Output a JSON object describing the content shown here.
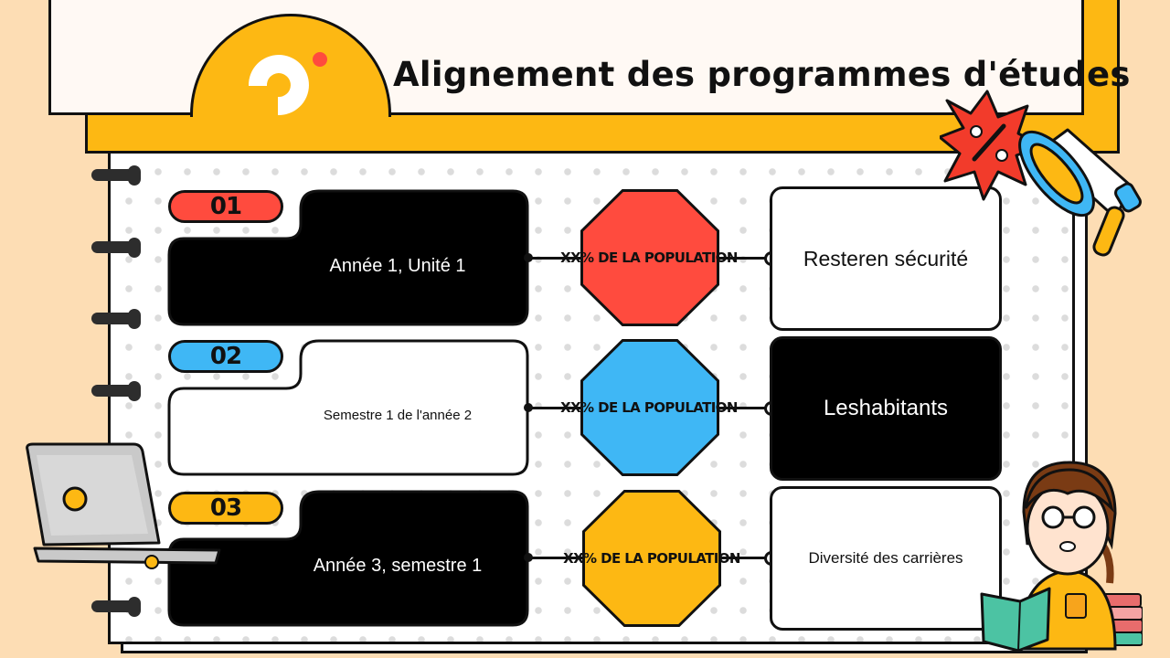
{
  "title": "Alignement des programmes d'études",
  "colors": {
    "background": "#FDDDB4",
    "yellow": "#FDB813",
    "red": "#FF4B3E",
    "blue": "#3FB7F5",
    "black": "#000000"
  },
  "rows": [
    {
      "number": "01",
      "stage": "Année 1, Unité 1",
      "population": "XX% DE LA POPULATION",
      "outcome": "Resteren sécurité",
      "accent": "#FF4B3E",
      "folder_style": "dark",
      "outcome_style": "light"
    },
    {
      "number": "02",
      "stage": "Semestre 1 de l'année 2",
      "population": "XX% DE LA POPULATION",
      "outcome": "Leshabitants",
      "accent": "#3FB7F5",
      "folder_style": "light",
      "outcome_style": "dark"
    },
    {
      "number": "03",
      "stage": "Année 3, semestre 1",
      "population": "XX% DE LA POPULATION",
      "outcome": "Diversité des carrières",
      "accent": "#FDB813",
      "folder_style": "dark",
      "outcome_style": "light"
    }
  ],
  "icons": [
    "logo-icon",
    "megaphone-icon",
    "percent-badge-icon",
    "laptop-icon",
    "teacher-illustration",
    "book-stack-icon"
  ]
}
